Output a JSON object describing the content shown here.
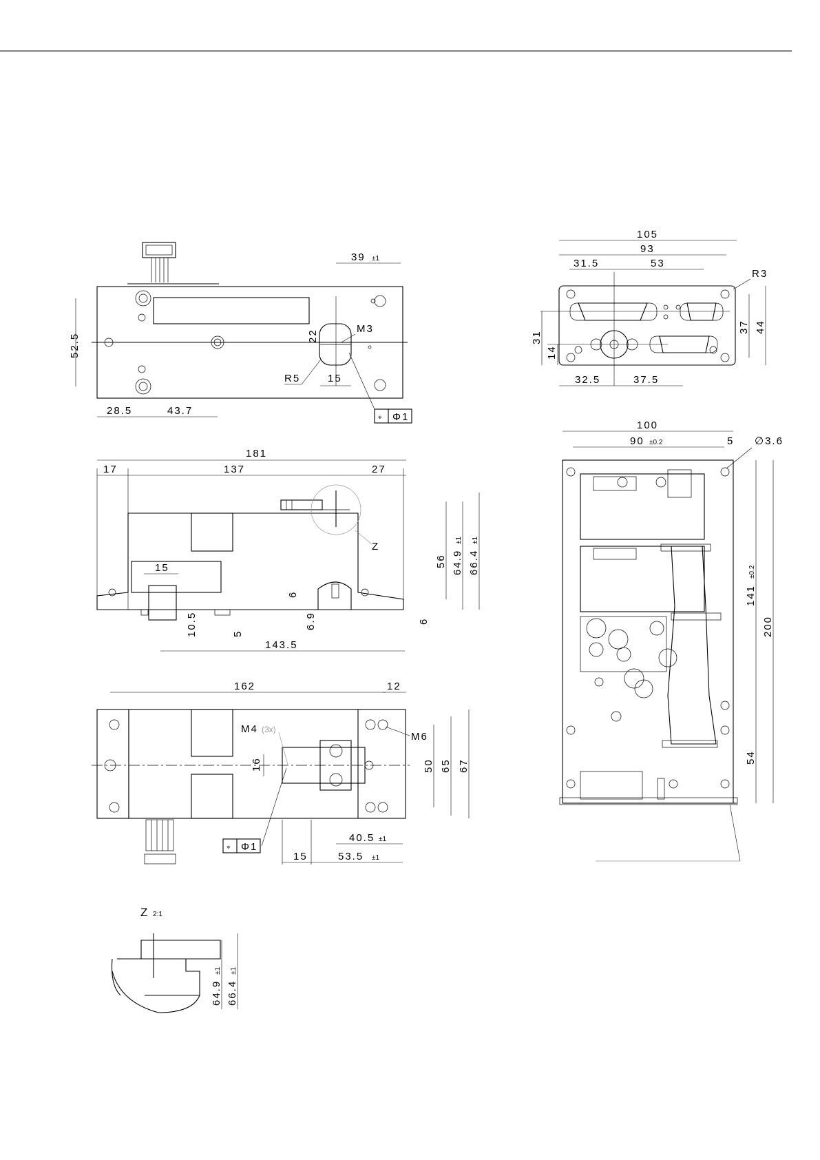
{
  "views": {
    "top": {
      "labels": {
        "d39": "39",
        "d39_tol": "±1",
        "m3": "M3",
        "d22": "22",
        "r5": "R5",
        "d15": "15",
        "d52": "52.5",
        "d28": "28.5",
        "d43": "43.7",
        "fcf_sym": "⌖",
        "fcf_val": "Φ1"
      }
    },
    "side": {
      "labels": {
        "d181": "181",
        "d17": "17",
        "d137": "137",
        "d27": "27",
        "z": "Z",
        "d15": "15",
        "d6a": "6",
        "d56": "56",
        "d649": "64.9",
        "d649_tol": "±1",
        "d664": "66.4",
        "d664_tol": "±1",
        "d105": "10.5",
        "d5": "5",
        "d69": "6.9",
        "d6b": "6",
        "d1435": "143.5"
      }
    },
    "bottom": {
      "labels": {
        "d162": "162",
        "d12": "12",
        "m4": "M4",
        "m4_qty": "(3x)",
        "m6": "M6",
        "d16": "16",
        "d50": "50",
        "d65": "65",
        "d67": "67",
        "d405": "40.5",
        "d405_tol": "±1",
        "d15": "15",
        "d535": "53.5",
        "d535_tol": "±1",
        "fcf_sym": "⌖",
        "fcf_val": "Φ1"
      }
    },
    "detail_z": {
      "labels": {
        "title": "Z",
        "scale": "2:1",
        "d649": "64.9",
        "d649_tol": "±1",
        "d664": "66.4",
        "d664_tol": "±1"
      }
    },
    "front": {
      "labels": {
        "d105": "105",
        "d93": "93",
        "d315": "31.5",
        "d53": "53",
        "r3": "R3",
        "d31": "31",
        "d14": "14",
        "d37": "37",
        "d44": "44",
        "d325": "32.5",
        "d375": "37.5"
      }
    },
    "rear": {
      "labels": {
        "d100": "100",
        "d90": "90",
        "d90_tol": "±0.2",
        "d5": "5",
        "dia": "∅3.6",
        "d141": "141",
        "d141_tol": "±0.2",
        "d200": "200",
        "d54": "54"
      }
    }
  }
}
